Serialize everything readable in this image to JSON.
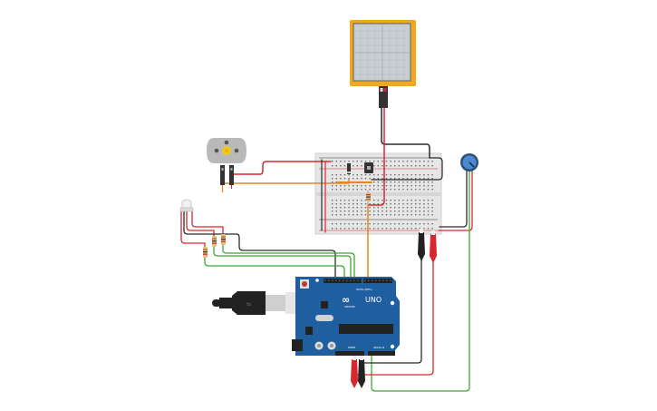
{
  "diagram": {
    "title": "Arduino UNO circuit with force sensor, DC motor, RGB LED and potentiometer",
    "components": [
      {
        "id": "force-sensor",
        "type": "Force Sensitive Resistor (square)",
        "label": ""
      },
      {
        "id": "dc-motor",
        "type": "DC Motor"
      },
      {
        "id": "rgb-led",
        "type": "RGB LED (common cathode)"
      },
      {
        "id": "resistors-led",
        "type": "Resistor",
        "count": 3
      },
      {
        "id": "resistor-board",
        "type": "Resistor",
        "count": 1
      },
      {
        "id": "breadboard",
        "type": "Breadboard (small)"
      },
      {
        "id": "transistor",
        "type": "NPN Transistor"
      },
      {
        "id": "diode",
        "type": "Diode"
      },
      {
        "id": "potentiometer",
        "type": "Potentiometer"
      },
      {
        "id": "arduino",
        "type": "Arduino UNO",
        "label_brand": "UNO",
        "label_logo": "ARDUINO"
      },
      {
        "id": "usb-cable",
        "type": "USB B cable"
      },
      {
        "id": "clips-breadboard",
        "type": "Alligator clips",
        "colors": [
          "black",
          "red"
        ]
      },
      {
        "id": "clips-arduino",
        "type": "Alligator clips",
        "colors": [
          "red",
          "black"
        ]
      }
    ],
    "labels": {
      "arduino_brand": "UNO",
      "arduino_logo": "ARDUINO",
      "power_header": "POWER",
      "analog_header": "ANALOG IN",
      "digital_header": "DIGITAL (PWM~)"
    },
    "colors": {
      "wire_red": "#d9272e",
      "wire_black": "#2b2b2b",
      "wire_green": "#3aa935",
      "wire_orange": "#e8891e",
      "board_blue": "#1f5fa0",
      "sensor_frame": "#f2a81d",
      "sensor_face": "#c9ced1",
      "breadboard": "#e8e8e8",
      "pot_blue": "#3a78c0"
    }
  }
}
